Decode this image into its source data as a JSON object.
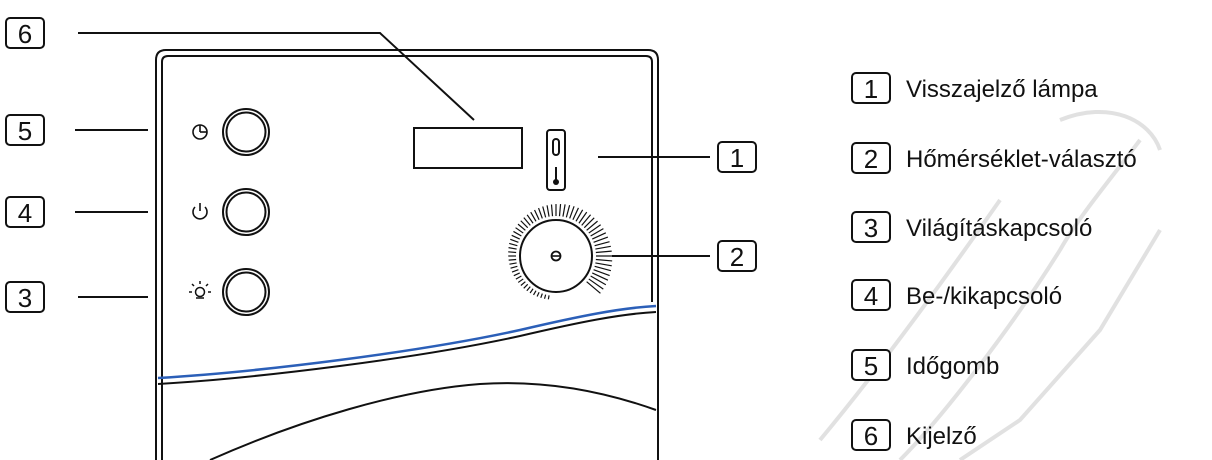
{
  "callouts": [
    {
      "id": "6",
      "label": "6"
    },
    {
      "id": "5",
      "label": "5"
    },
    {
      "id": "4",
      "label": "4"
    },
    {
      "id": "3",
      "label": "3"
    },
    {
      "id": "1",
      "label": "1"
    },
    {
      "id": "2",
      "label": "2"
    }
  ],
  "legend": [
    {
      "num": "1",
      "text": "Visszajelző lámpa"
    },
    {
      "num": "2",
      "text": "Hőmérséklet-választó"
    },
    {
      "num": "3",
      "text": "Világításkapcsoló"
    },
    {
      "num": "4",
      "text": "Be-/kikapcsoló"
    },
    {
      "num": "5",
      "text": "Időgomb"
    },
    {
      "num": "6",
      "text": "Kijelző"
    }
  ],
  "icons": {
    "timer": "clock-icon",
    "power": "power-icon",
    "light": "light-bulb-icon",
    "indicator": "thermometer-icon",
    "dial_mark": "dial-marker-icon"
  },
  "colors": {
    "ink": "#111111",
    "accent_line": "#2b5fb8",
    "watermark": "#c9c9c9"
  }
}
